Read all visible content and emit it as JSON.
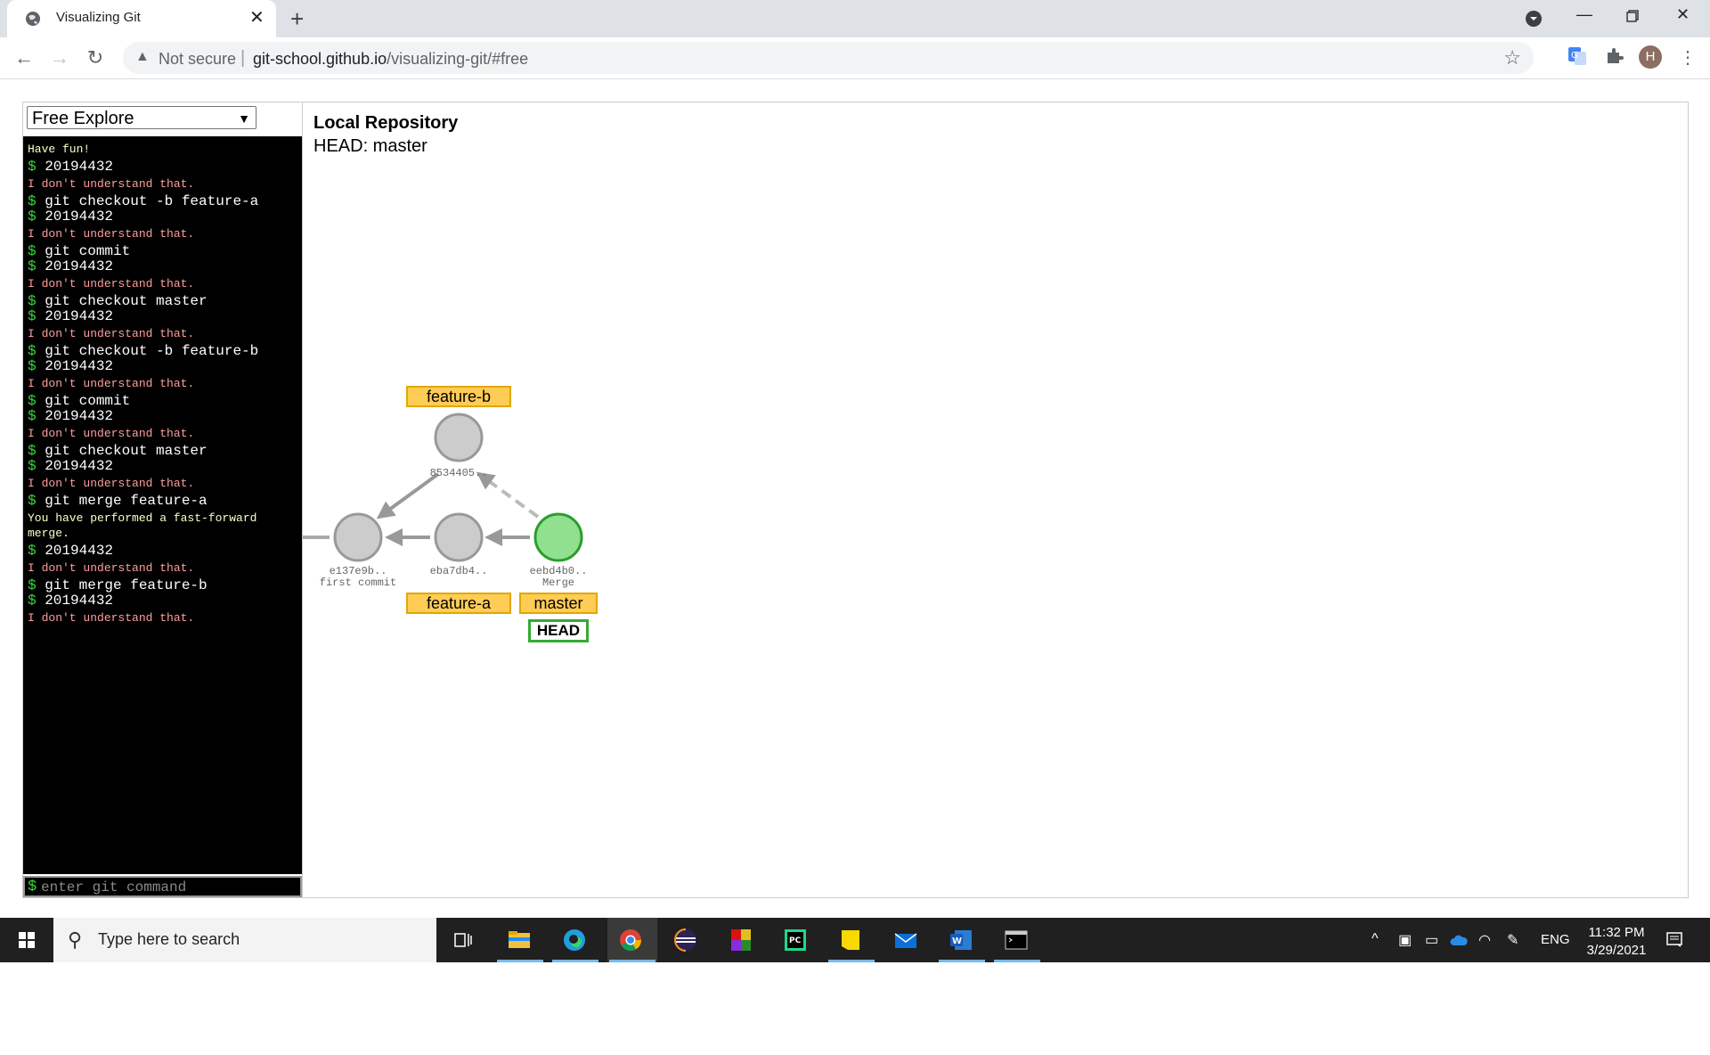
{
  "browser": {
    "tab_title": "Visualizing Git",
    "security": "Not secure",
    "url_host": "git-school.github.io",
    "url_path": "/visualizing-git/#free",
    "avatar_letter": "H"
  },
  "app": {
    "mode_select": "Free Explore",
    "repo_title": "Local Repository",
    "head_line": "HEAD: master",
    "input_placeholder": "enter git command",
    "console": [
      {
        "type": "info",
        "text": "Have fun!"
      },
      {
        "type": "cmd",
        "text": "20194432"
      },
      {
        "type": "err",
        "text": "I don't understand that."
      },
      {
        "type": "cmd",
        "text": "git checkout -b feature-a"
      },
      {
        "type": "cmd",
        "text": "20194432"
      },
      {
        "type": "err",
        "text": "I don't understand that."
      },
      {
        "type": "cmd",
        "text": "git commit"
      },
      {
        "type": "cmd",
        "text": "20194432"
      },
      {
        "type": "err",
        "text": "I don't understand that."
      },
      {
        "type": "cmd",
        "text": "git checkout master"
      },
      {
        "type": "cmd",
        "text": "20194432"
      },
      {
        "type": "err",
        "text": "I don't understand that."
      },
      {
        "type": "cmd",
        "text": "git checkout -b feature-b"
      },
      {
        "type": "cmd",
        "text": "20194432"
      },
      {
        "type": "err",
        "text": "I don't understand that."
      },
      {
        "type": "cmd",
        "text": "git commit"
      },
      {
        "type": "cmd",
        "text": "20194432"
      },
      {
        "type": "err",
        "text": "I don't understand that."
      },
      {
        "type": "cmd",
        "text": "git checkout master"
      },
      {
        "type": "cmd",
        "text": "20194432"
      },
      {
        "type": "err",
        "text": "I don't understand that."
      },
      {
        "type": "cmd",
        "text": "git merge feature-a"
      },
      {
        "type": "info",
        "text": "You have performed a fast-forward merge."
      },
      {
        "type": "cmd",
        "text": "20194432"
      },
      {
        "type": "err",
        "text": "I don't understand that."
      },
      {
        "type": "cmd",
        "text": "git merge feature-b"
      },
      {
        "type": "cmd",
        "text": "20194432"
      },
      {
        "type": "err",
        "text": "I don't understand that."
      }
    ],
    "commits": {
      "c1": {
        "hash": "e137e9b..",
        "message": "first commit"
      },
      "c2": {
        "hash": "eba7db4..",
        "message": ""
      },
      "c3": {
        "hash": "8534405..",
        "message": ""
      },
      "c4": {
        "hash": "eebd4b0..",
        "message": "Merge"
      }
    },
    "branches": {
      "feature_b": "feature-b",
      "feature_a": "feature-a",
      "master": "master",
      "head": "HEAD"
    }
  },
  "taskbar": {
    "search_placeholder": "Type here to search",
    "language": "ENG",
    "time": "11:32 PM",
    "date": "3/29/2021"
  }
}
